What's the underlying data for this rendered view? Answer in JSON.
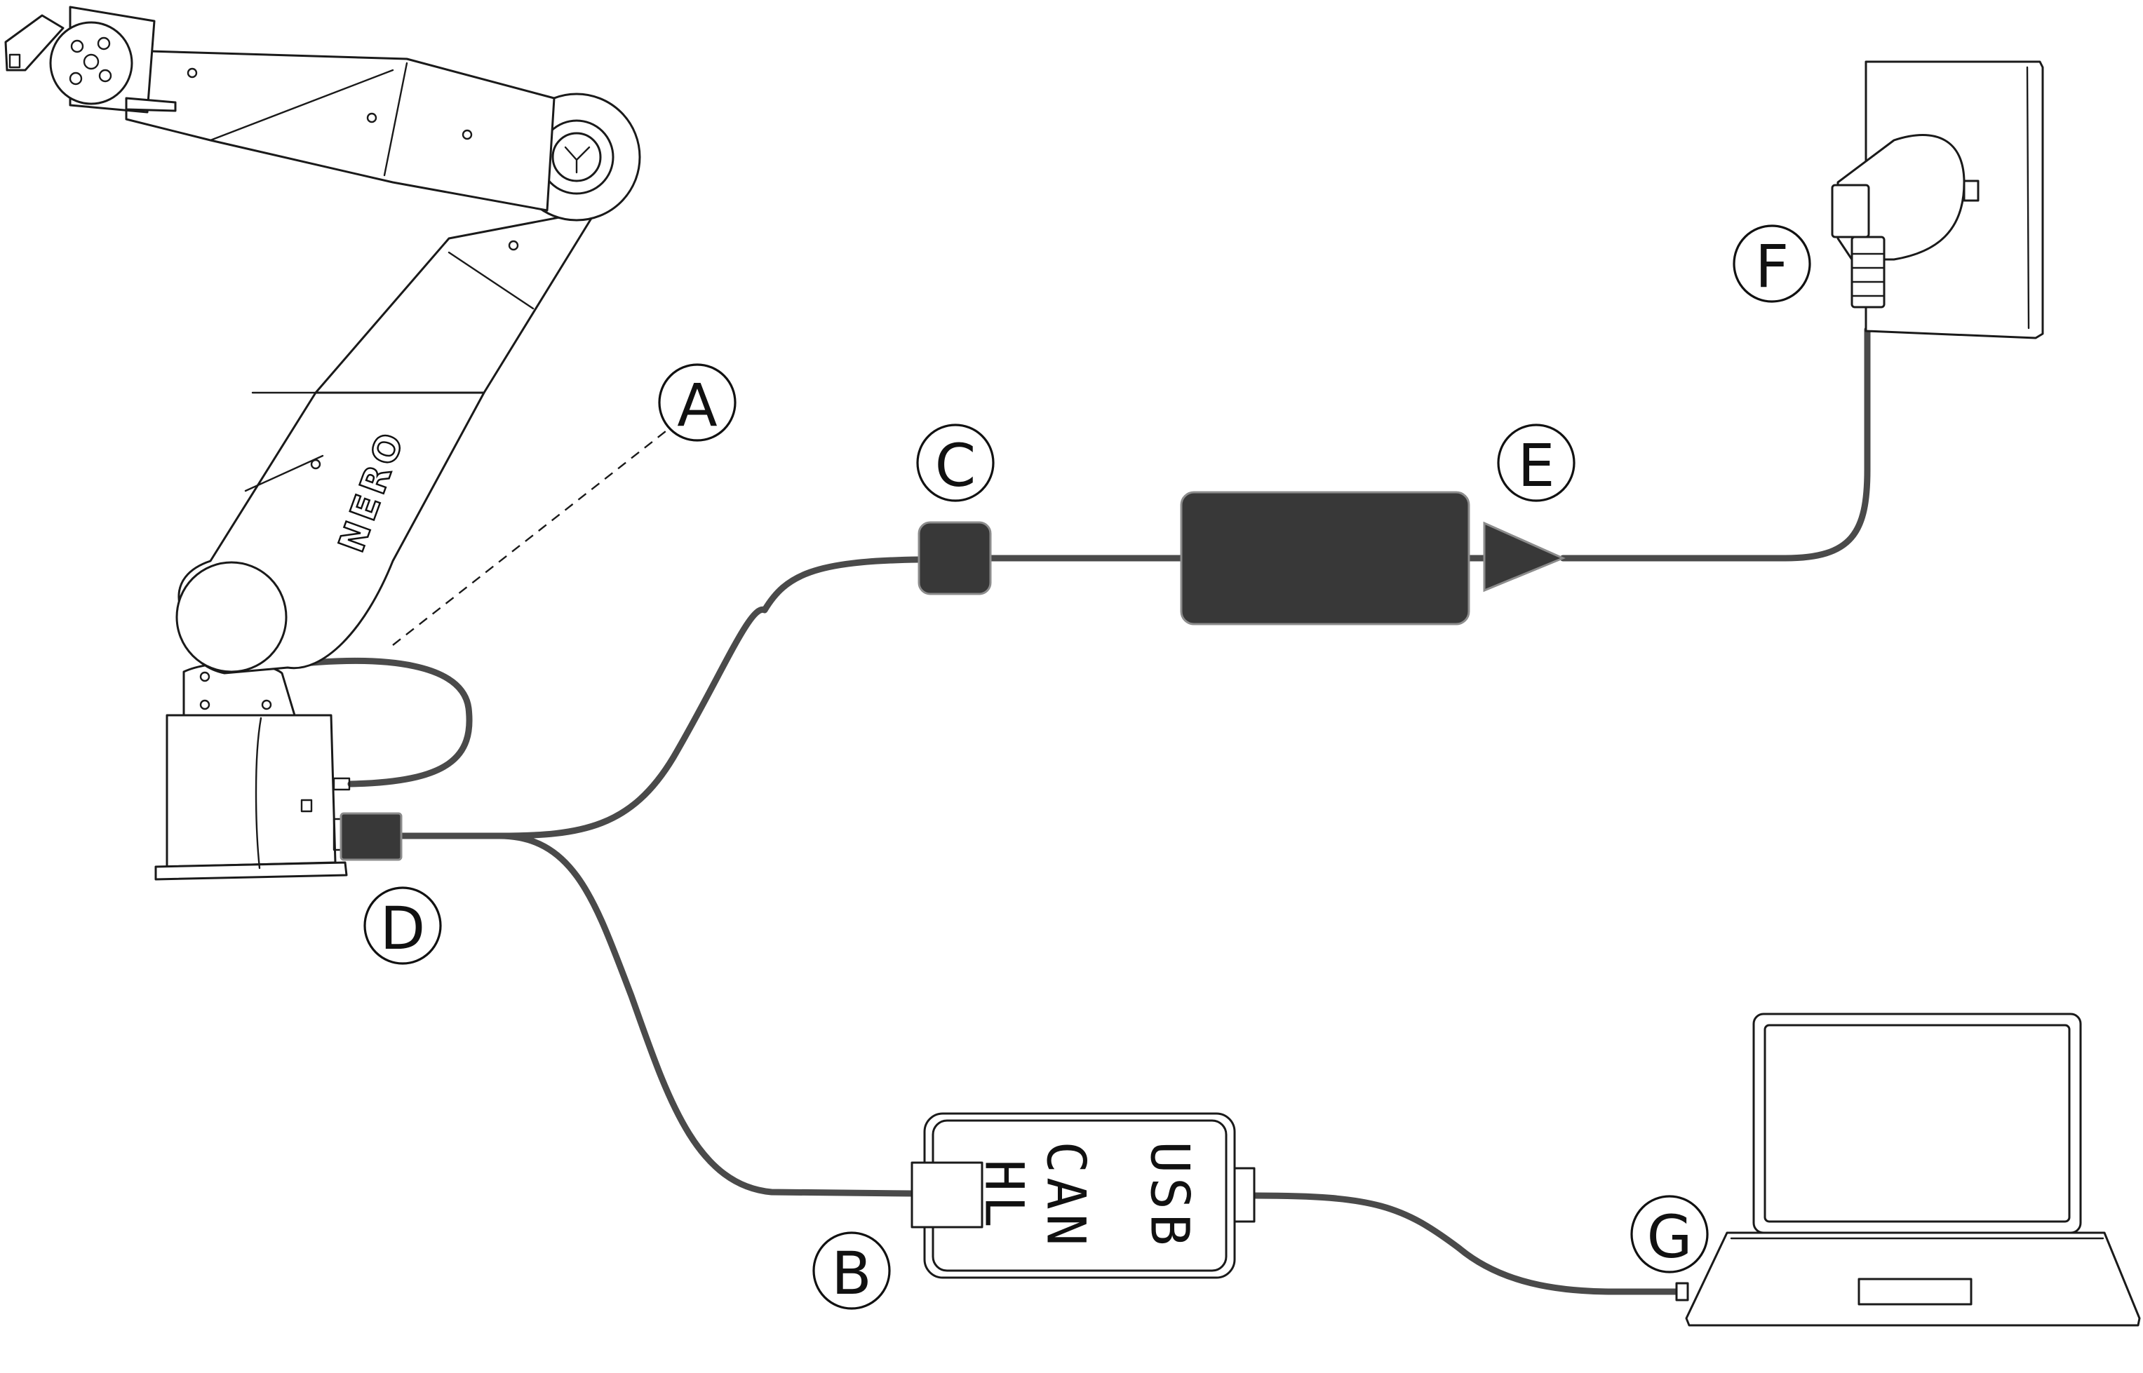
{
  "diagram": {
    "robot": {
      "brand": "NERO"
    },
    "can_module": {
      "labels": [
        "CAN",
        "HL",
        "USB"
      ]
    },
    "callouts": [
      "A",
      "B",
      "C",
      "D",
      "E",
      "F",
      "G"
    ]
  }
}
